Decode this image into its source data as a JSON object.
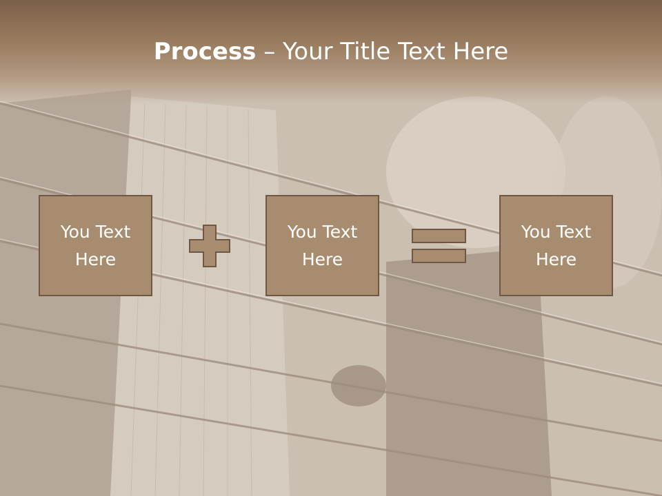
{
  "slide": {
    "title_bold": "Process",
    "title_rest": " – Your Title Text Here",
    "boxes": [
      {
        "text": "You Text Here"
      },
      {
        "text": "You Text Here"
      },
      {
        "text": "You Text Here"
      }
    ],
    "operators": [
      "plus-icon",
      "equals-icon"
    ],
    "colors": {
      "box_fill": "#a88c6f",
      "box_border": "#6f5843",
      "header": "#8a6d52",
      "text": "#ffffff"
    }
  }
}
